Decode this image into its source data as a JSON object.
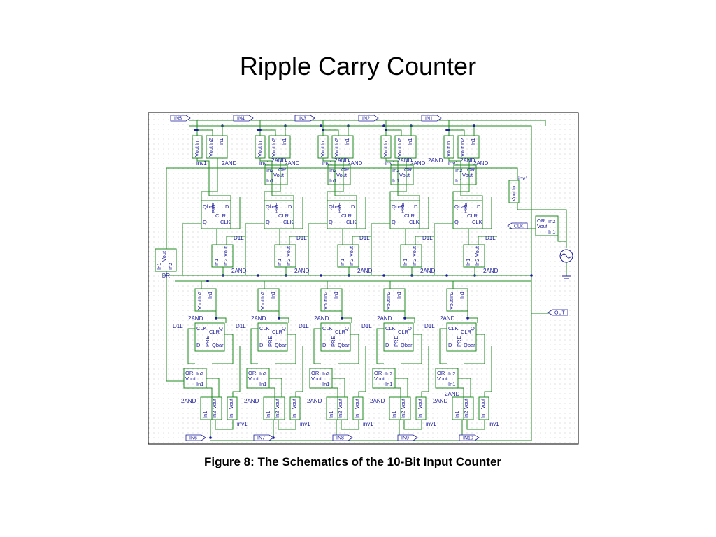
{
  "slide": {
    "title": "Ripple Carry Counter",
    "caption": "Figure 8: The Schematics of the 10-Bit Input Counter"
  },
  "colors": {
    "wire": "#1e8a1e",
    "text": "#1a1a9a",
    "node": "#1a1a9a",
    "grid": "#b8b8b8"
  },
  "ports": {
    "top_inputs": [
      "IN5",
      "IN4",
      "IN3",
      "IN2",
      "IN1"
    ],
    "bottom_inputs": [
      "IN6",
      "IN7",
      "IN8",
      "IN9",
      "IN10"
    ],
    "clock": "CLK",
    "output": "OUT"
  },
  "labels": {
    "inv": "inv1",
    "and2": "2AND",
    "or": "OR",
    "dff": "D1L",
    "in": "In",
    "in1": "In1",
    "in2": "In2",
    "vout": "Vout",
    "qbar": "Qbar",
    "q": "Q",
    "d": "D",
    "clk": "CLK",
    "pre": "PRE",
    "clr": "CLR"
  }
}
